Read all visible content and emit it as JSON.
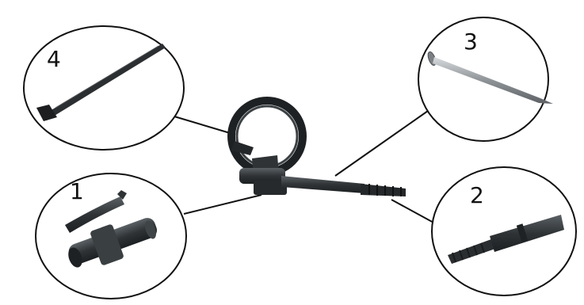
{
  "diagram": {
    "callouts": [
      {
        "id": "1",
        "label": "1",
        "part": "tube-clip"
      },
      {
        "id": "2",
        "label": "2",
        "part": "ribbed-dowel"
      },
      {
        "id": "3",
        "label": "3",
        "part": "steel-nail"
      },
      {
        "id": "4",
        "label": "4",
        "part": "cable-tie"
      }
    ],
    "colors": {
      "background": "#ffffff",
      "outline": "#111111",
      "plastic": "#2f3336",
      "plastic_light": "#4a5054",
      "metal": "#9a9ea2"
    }
  }
}
